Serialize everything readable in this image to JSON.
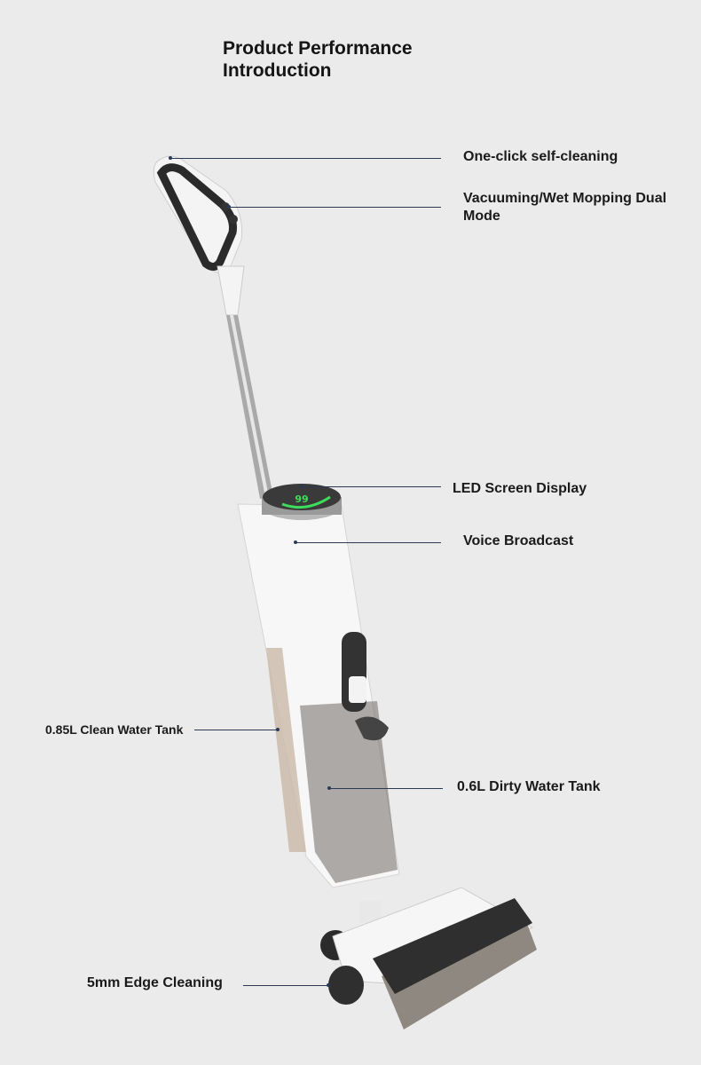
{
  "header": {
    "title_line1": "Product Performance",
    "title_line2": "Introduction"
  },
  "features": {
    "self_cleaning": "One-click self-cleaning",
    "dual_mode": "Vacuuming/Wet Mopping Dual Mode",
    "led_screen": "LED Screen Display",
    "voice": "Voice Broadcast",
    "clean_tank": "0.85L Clean Water Tank",
    "dirty_tank": "0.6L Dirty Water Tank",
    "edge": "5mm Edge Cleaning"
  },
  "display": {
    "reading": "99"
  },
  "colors": {
    "background": "#ebebeb",
    "leader_line": "#2a3a55",
    "led_green": "#3ddc5a"
  }
}
